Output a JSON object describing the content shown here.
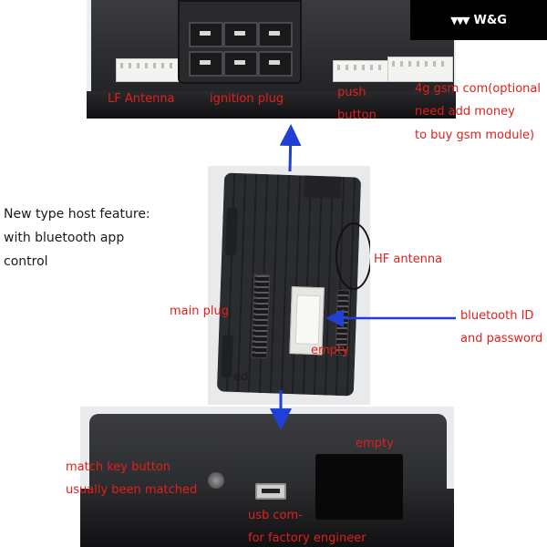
{
  "logo": {
    "mark": "▼▼▼",
    "text": "W&G"
  },
  "feature_text": {
    "line1": "New type host feature:",
    "line2": "with bluetooth app",
    "line3": "control"
  },
  "labels": {
    "lf_antenna": "LF Antenna",
    "ignition_plug": "ignition plug",
    "push_line1": "push",
    "push_line2": "button",
    "gsm_line1": "4g gsm com(optional",
    "gsm_line2": "need add money",
    "gsm_line3": "to buy gsm module)",
    "hf_antenna": "HF antenna",
    "main_plug": "main plug",
    "bluetooth_line1": "bluetooth ID",
    "bluetooth_line2": "and password",
    "empty_mid": "empty",
    "led": "ed",
    "empty_bottom": "empty",
    "match_line1": "match key button",
    "match_line2": "usually been matched",
    "usb_line1": "usb com-",
    "usb_line2": "for factory engineer"
  },
  "colors": {
    "label_red": "#e0201c",
    "arrow_blue": "#1f3fd6",
    "logo_bg": "#000000"
  }
}
